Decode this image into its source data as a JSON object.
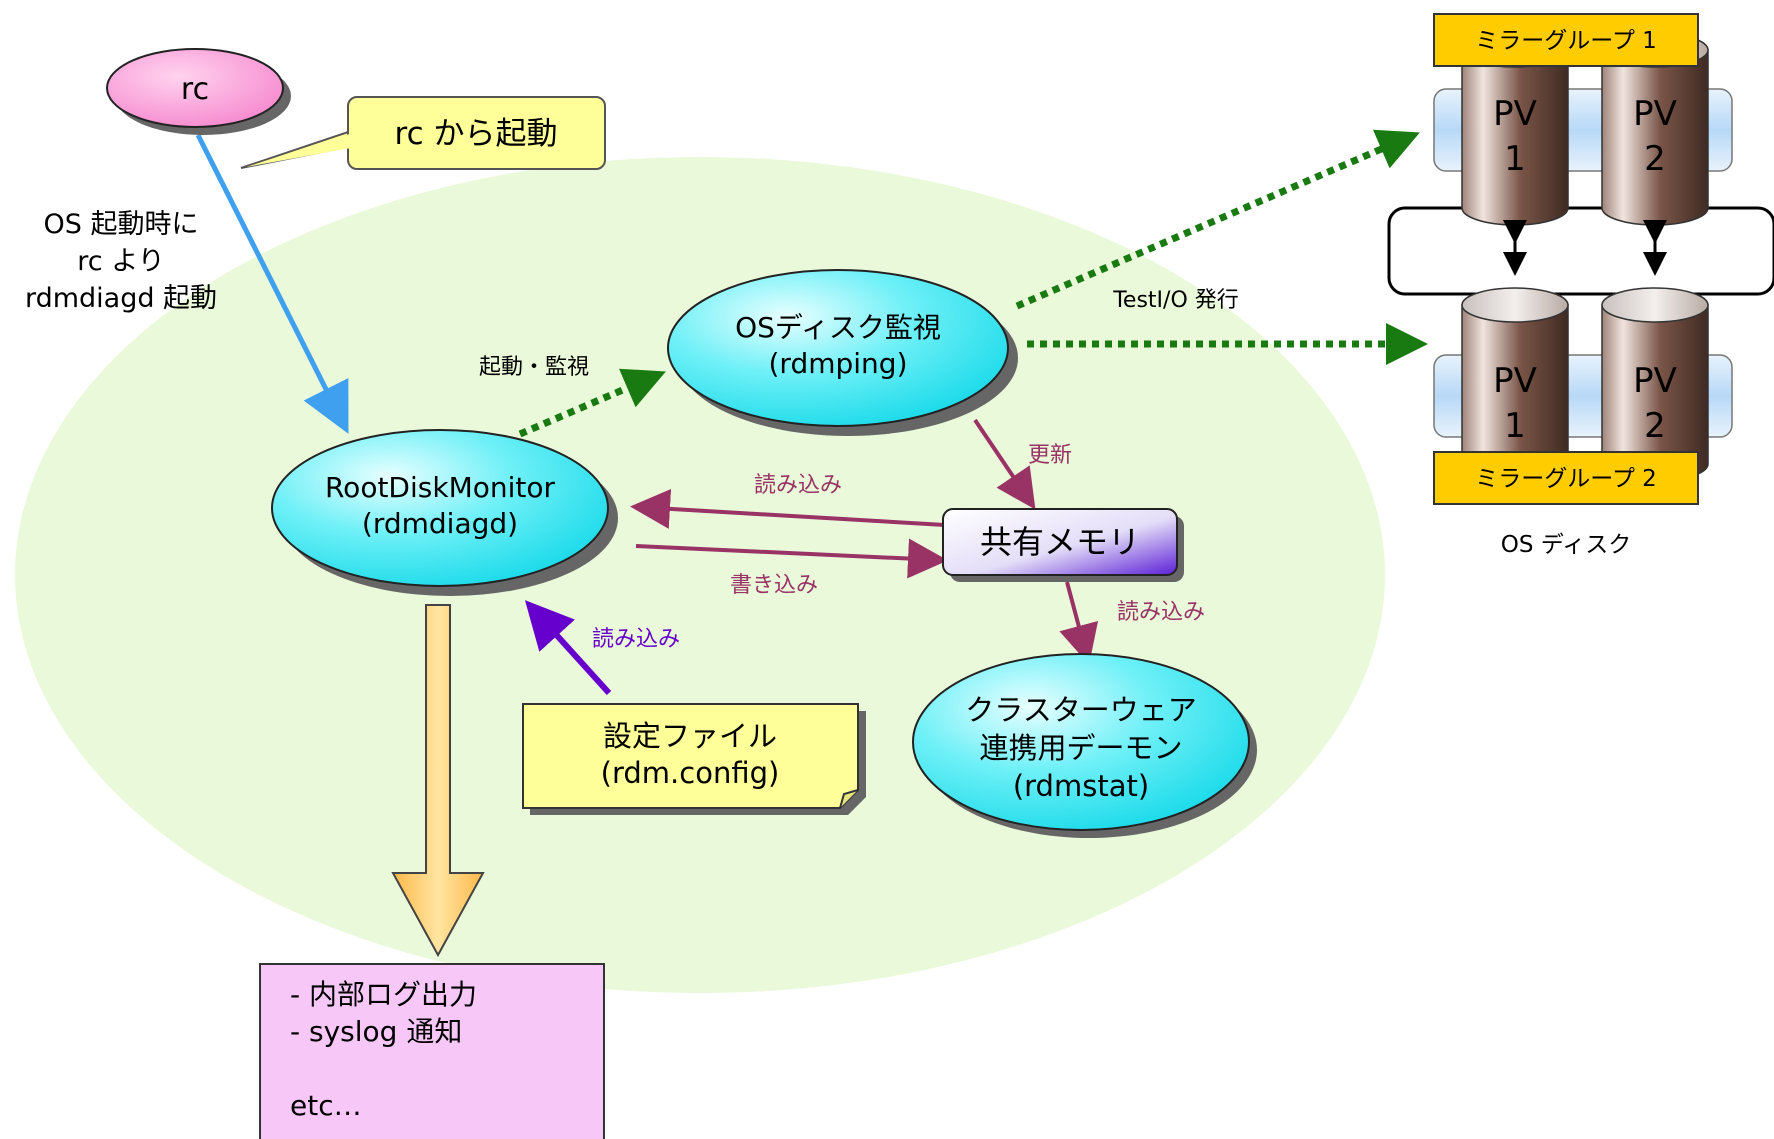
{
  "nodes": {
    "rc": "rc",
    "rc_callout": "rc から起動",
    "boot_note": [
      "OS 起動時に",
      "rc より",
      "rdmdiagd 起動"
    ],
    "rootdisk": [
      "RootDiskMonitor",
      "(rdmdiagd)"
    ],
    "osdisk_monitor": [
      "OSディスク監視",
      "(rdmping)"
    ],
    "shared_memory": "共有メモリ",
    "clusterware": [
      "クラスターウェア",
      "連携用デーモン",
      "(rdmstat)"
    ],
    "config_file": [
      "設定ファイル",
      "(rdm.config)"
    ],
    "output_box": [
      "- 内部ログ出力",
      "- syslog 通知",
      "",
      "etc…"
    ]
  },
  "edges": {
    "start_monitor": "起動・監視",
    "test_io": "TestI/O 発行",
    "update": "更新",
    "read_from_shm": "読み込み",
    "write_to_shm": "書き込み",
    "read_config": "読み込み",
    "cluster_read": "読み込み"
  },
  "disks": {
    "group1": "ミラーグループ 1",
    "group2": "ミラーグループ 2",
    "pv_top_1": [
      "PV",
      "1"
    ],
    "pv_top_2": [
      "PV",
      "2"
    ],
    "pv_bot_1": [
      "PV",
      "1"
    ],
    "pv_bot_2": [
      "PV",
      "2"
    ],
    "caption": "OS ディスク"
  },
  "colors": {
    "background_ellipse": "#eaf9d9",
    "process_node": "#26e3f0",
    "rc_node": "#f58ad1",
    "callout": "#ffff99",
    "mirror_label": "#ffcc00",
    "dotted_arrow": "#1a7a12",
    "boot_arrow": "#3fa0f0",
    "plum_arrow": "#993366",
    "config_arrow": "#6600cc",
    "output_arrow": "#ffc84d",
    "output_box": "#f7c8f7"
  }
}
